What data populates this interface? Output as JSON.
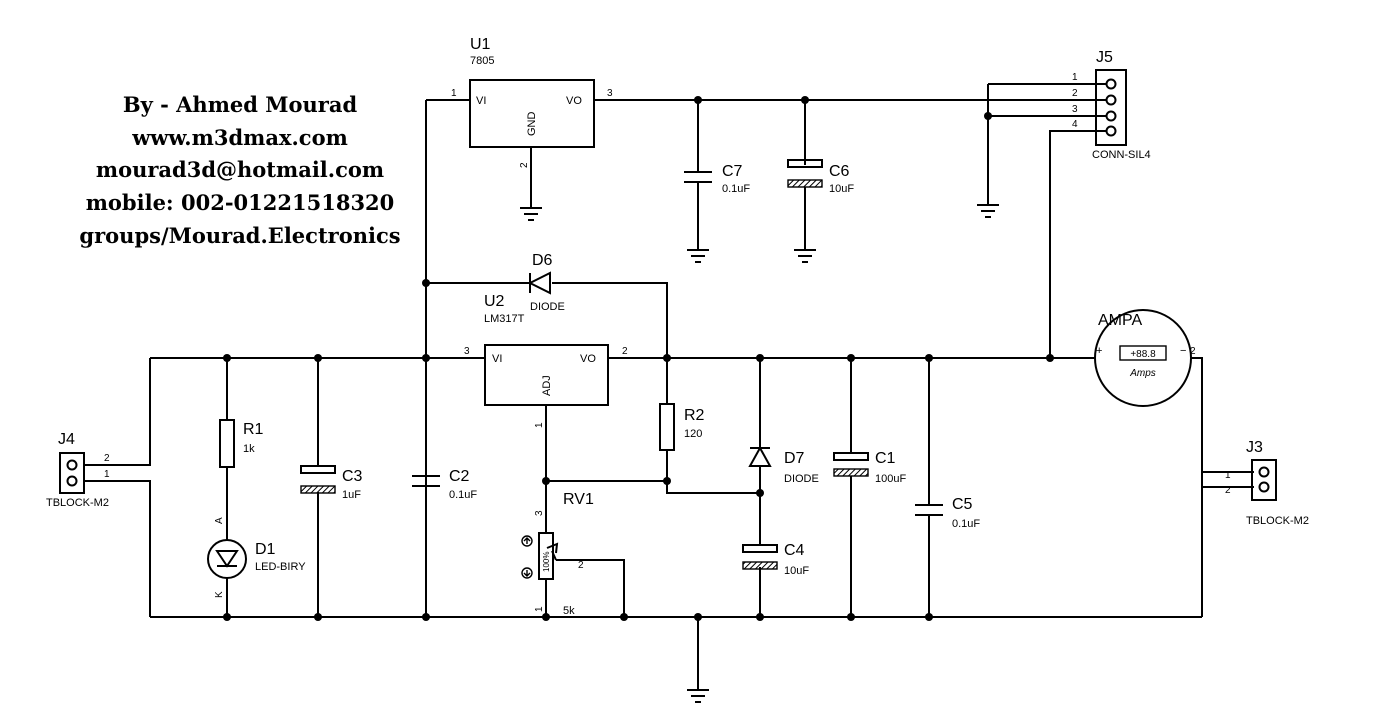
{
  "credits": {
    "author": "By - Ahmed Mourad",
    "website": "www.m3dmax.com",
    "email": "mourad3d@hotmail.com",
    "mobile": "mobile: 002-01221518320",
    "group": "groups/Mourad.Electronics"
  },
  "u1": {
    "ref": "U1",
    "value": "7805",
    "vi": "VI",
    "vo": "VO",
    "gnd": "GND",
    "pin_in": "1",
    "pin_out": "3",
    "pin_gnd": "2"
  },
  "u2": {
    "ref": "U2",
    "value": "LM317T",
    "vi": "VI",
    "vo": "VO",
    "adj": "ADJ",
    "pin_in": "3",
    "pin_out": "2",
    "pin_adj": "1"
  },
  "c7": {
    "ref": "C7",
    "value": "0.1uF"
  },
  "c6": {
    "ref": "C6",
    "value": "10uF"
  },
  "c3": {
    "ref": "C3",
    "value": "1uF"
  },
  "c2": {
    "ref": "C2",
    "value": "0.1uF"
  },
  "c1": {
    "ref": "C1",
    "value": "100uF"
  },
  "c4": {
    "ref": "C4",
    "value": "10uF"
  },
  "c5": {
    "ref": "C5",
    "value": "0.1uF"
  },
  "d6": {
    "ref": "D6",
    "value": "DIODE"
  },
  "d7": {
    "ref": "D7",
    "value": "DIODE"
  },
  "d1": {
    "ref": "D1",
    "value": "LED-BIRY",
    "anode": "A",
    "cathode": "K"
  },
  "r1": {
    "ref": "R1",
    "value": "1k"
  },
  "r2": {
    "ref": "R2",
    "value": "120"
  },
  "rv1": {
    "ref": "RV1",
    "value": "5k",
    "wiper": "100%",
    "pin_top": "3",
    "pin_wiper": "2",
    "pin_bottom": "1"
  },
  "j5": {
    "ref": "J5",
    "value": "CONN-SIL4",
    "pins": [
      "1",
      "2",
      "3",
      "4"
    ]
  },
  "j4": {
    "ref": "J4",
    "value": "TBLOCK-M2",
    "pins": [
      "2",
      "1"
    ]
  },
  "j3": {
    "ref": "J3",
    "value": "TBLOCK-M2",
    "pins": [
      "1",
      "2"
    ]
  },
  "ampa": {
    "ref": "AMPA",
    "reading": "+88.8",
    "unit": "Amps",
    "plus": "+",
    "minus": "−",
    "pin_minus": "2"
  }
}
